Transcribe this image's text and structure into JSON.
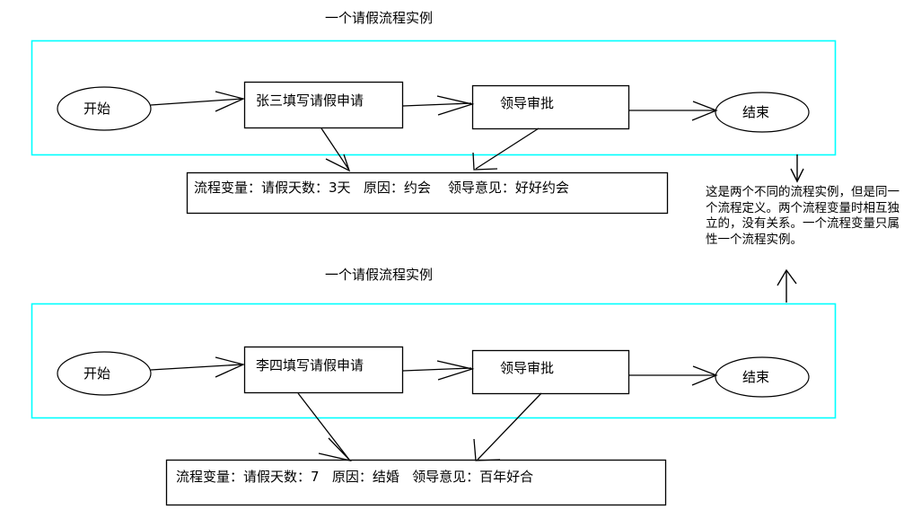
{
  "page": {
    "background_color": "#ffffff",
    "line_color": "#000000",
    "container_color": "#00ffff"
  },
  "diagrams": [
    {
      "title": "一个请假流程实例",
      "nodes": [
        {
          "id": "start",
          "shape": "ellipse",
          "label": "开始"
        },
        {
          "id": "task1",
          "shape": "rect",
          "label": "张三填写请假申请"
        },
        {
          "id": "task2",
          "shape": "rect",
          "label": "领导审批"
        },
        {
          "id": "end",
          "shape": "ellipse",
          "label": "结束"
        }
      ],
      "variables_box": {
        "text": "流程变量：请假天数：3天   原因：约会    领导意见：好好约会",
        "label": "流程变量",
        "items": [
          {
            "name": "请假天数",
            "value": "3天"
          },
          {
            "name": "原因",
            "value": "约会"
          },
          {
            "name": "领导意见",
            "value": "好好约会"
          }
        ]
      }
    },
    {
      "title": "一个请假流程实例",
      "nodes": [
        {
          "id": "start",
          "shape": "ellipse",
          "label": "开始"
        },
        {
          "id": "task1",
          "shape": "rect",
          "label": "李四填写请假申请"
        },
        {
          "id": "task2",
          "shape": "rect",
          "label": "领导审批"
        },
        {
          "id": "end",
          "shape": "ellipse",
          "label": "结束"
        }
      ],
      "variables_box": {
        "text": "流程变量：请假天数：7   原因：结婚   领导意见：百年好合",
        "label": "流程变量",
        "items": [
          {
            "name": "请假天数",
            "value": "7"
          },
          {
            "name": "原因",
            "value": "结婚"
          },
          {
            "name": "领导意见",
            "value": "百年好合"
          }
        ]
      }
    }
  ],
  "annotation": {
    "text": "这是两个不同的流程实例，但是同一个流程定义。两个流程变量时相互独立的，没有关系。一个流程变量只属性一个流程实例。"
  }
}
